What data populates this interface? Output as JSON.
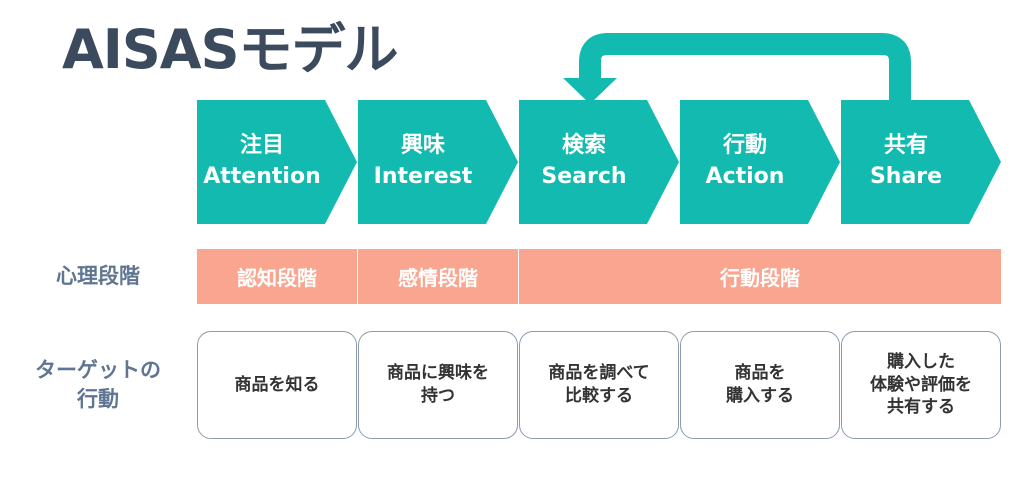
{
  "title": "AISASモデル",
  "colors": {
    "teal": "#12bab0",
    "salmon": "#f9a58f",
    "title": "#3c4a5e",
    "label": "#5f7592",
    "card_border": "#8c9bb0"
  },
  "steps": [
    {
      "ja": "注目",
      "en": "Attention"
    },
    {
      "ja": "興味",
      "en": "Interest"
    },
    {
      "ja": "検索",
      "en": "Search"
    },
    {
      "ja": "行動",
      "en": "Action"
    },
    {
      "ja": "共有",
      "en": "Share"
    }
  ],
  "feedback_arrow": {
    "from": "Share",
    "to": "Search"
  },
  "psych_label": "心理段階",
  "phases": [
    {
      "label": "認知段階",
      "steps": [
        "Attention"
      ]
    },
    {
      "label": "感情段階",
      "steps": [
        "Interest"
      ]
    },
    {
      "label": "行動段階",
      "steps": [
        "Search",
        "Action",
        "Share"
      ]
    }
  ],
  "target_label": [
    "ターゲットの",
    "行動"
  ],
  "actions": [
    [
      "商品を知る"
    ],
    [
      "商品に興味を",
      "持つ"
    ],
    [
      "商品を調べて",
      "比較する"
    ],
    [
      "商品を",
      "購入する"
    ],
    [
      "購入した",
      "体験や評価を",
      "共有する"
    ]
  ]
}
